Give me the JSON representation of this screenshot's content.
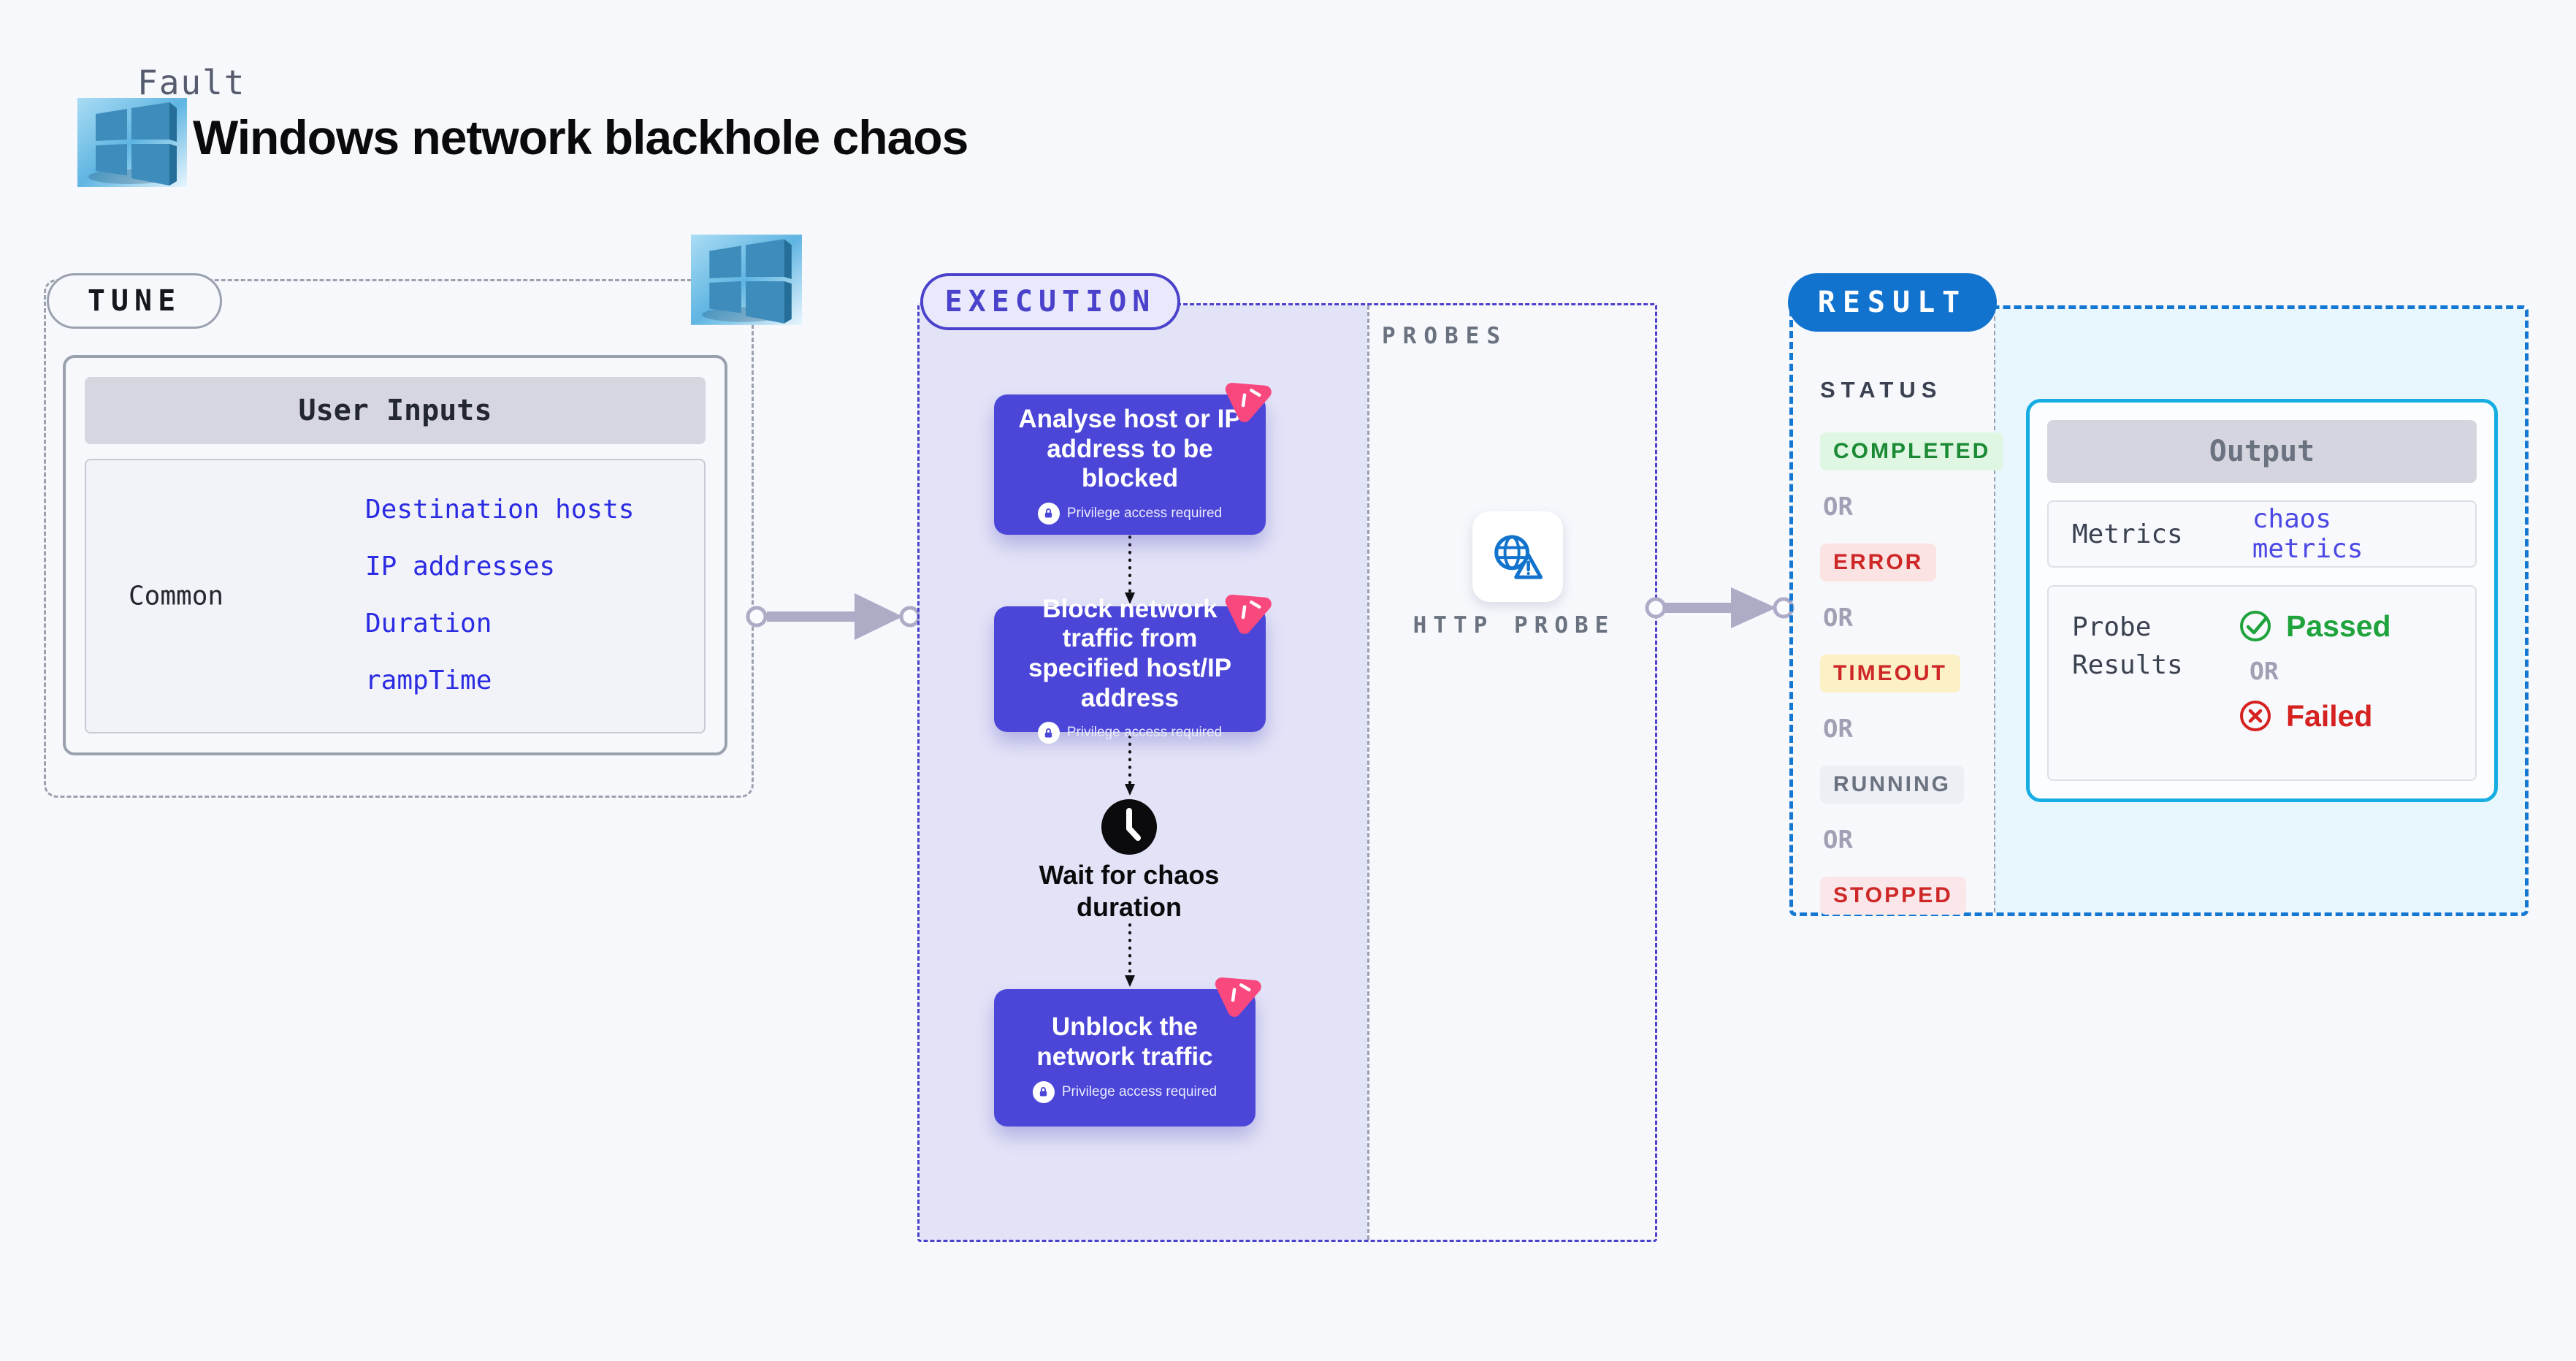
{
  "header": {
    "kicker": "Fault",
    "title": "Windows network blackhole chaos"
  },
  "tune": {
    "label": "TUNE",
    "table": {
      "header": "User Inputs",
      "row_label": "Common",
      "links": [
        "Destination hosts",
        "IP addresses",
        "Duration",
        "rampTime"
      ]
    }
  },
  "execution": {
    "label": "EXECUTION",
    "steps": [
      {
        "title": "Analyse host or IP address to be blocked",
        "note": "Privilege access required"
      },
      {
        "title": "Block network traffic from specified host/IP address",
        "note": "Privilege access required"
      },
      {
        "title": "Unblock the network traffic",
        "note": "Privilege access required"
      }
    ],
    "wait_label": "Wait for chaos duration"
  },
  "probes": {
    "label": "PROBES",
    "probe_name": "HTTP PROBE"
  },
  "result": {
    "label": "RESULT",
    "status_heading": "STATUS",
    "or_label": "OR",
    "statuses": [
      {
        "label": "COMPLETED",
        "tone": "green"
      },
      {
        "label": "ERROR",
        "tone": "red"
      },
      {
        "label": "TIMEOUT",
        "tone": "yellow"
      },
      {
        "label": "RUNNING",
        "tone": "gray"
      },
      {
        "label": "STOPPED",
        "tone": "red"
      }
    ],
    "output": {
      "header": "Output",
      "metrics_label": "Metrics",
      "metrics_link": "chaos metrics",
      "probe_results_label": "Probe Results",
      "passed_label": "Passed",
      "failed_label": "Failed"
    }
  },
  "icons": {
    "windows-logo": "blue 3D window tiles",
    "chaos-badge": "pink rounded triangle with white slashes",
    "lock-icon": "padlock in white circle",
    "clock-icon": "black clock face",
    "globe-alert-icon": "blue globe with warning triangle",
    "check-circle-icon": "green circled checkmark",
    "x-circle-icon": "red circled cross",
    "flow-arrow": "gray arrow with circle connectors"
  },
  "colors": {
    "background": "#F7F8FC",
    "accent_indigo": "#4A42CB",
    "card_indigo": "#4B45D8",
    "lavender_fill": "#E3E3F8",
    "result_blue": "#1173CE",
    "output_cyan_border": "#16AEE2",
    "cyan_fill": "#E8F7FD",
    "pink_badge": "#F8487E",
    "link_blue": "#2B2BE2",
    "metrics_link_blue": "#4B48E5",
    "passed_green": "#1FA33C",
    "failed_red": "#D62121",
    "gray_border": "#9AA1AE"
  }
}
